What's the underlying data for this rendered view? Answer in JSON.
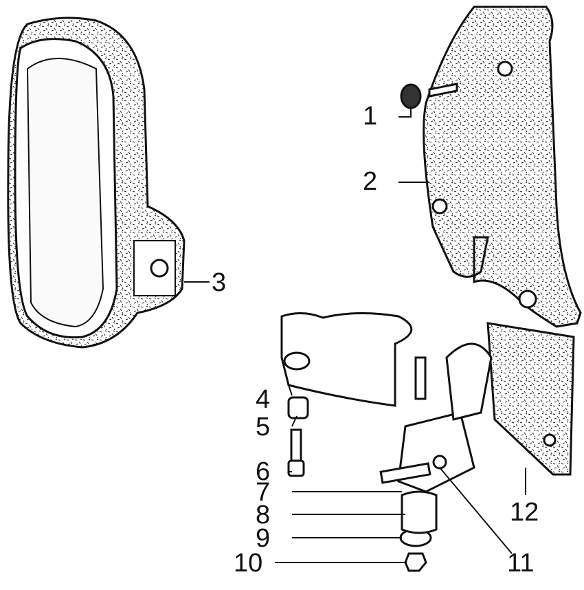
{
  "diagram": {
    "parts": [
      {
        "number": "1",
        "part": "cap-and-screw"
      },
      {
        "number": "2",
        "part": "mounting-plate-cover"
      },
      {
        "number": "3",
        "part": "mirror-housing"
      },
      {
        "number": "4",
        "part": "mount-arm"
      },
      {
        "number": "5",
        "part": "bushing"
      },
      {
        "number": "6",
        "part": "pin-bolt"
      },
      {
        "number": "7",
        "part": "pivot-body"
      },
      {
        "number": "8",
        "part": "spring"
      },
      {
        "number": "9",
        "part": "washer"
      },
      {
        "number": "10",
        "part": "nut"
      },
      {
        "number": "11",
        "part": "screw"
      },
      {
        "number": "12",
        "part": "base-plate"
      }
    ]
  }
}
